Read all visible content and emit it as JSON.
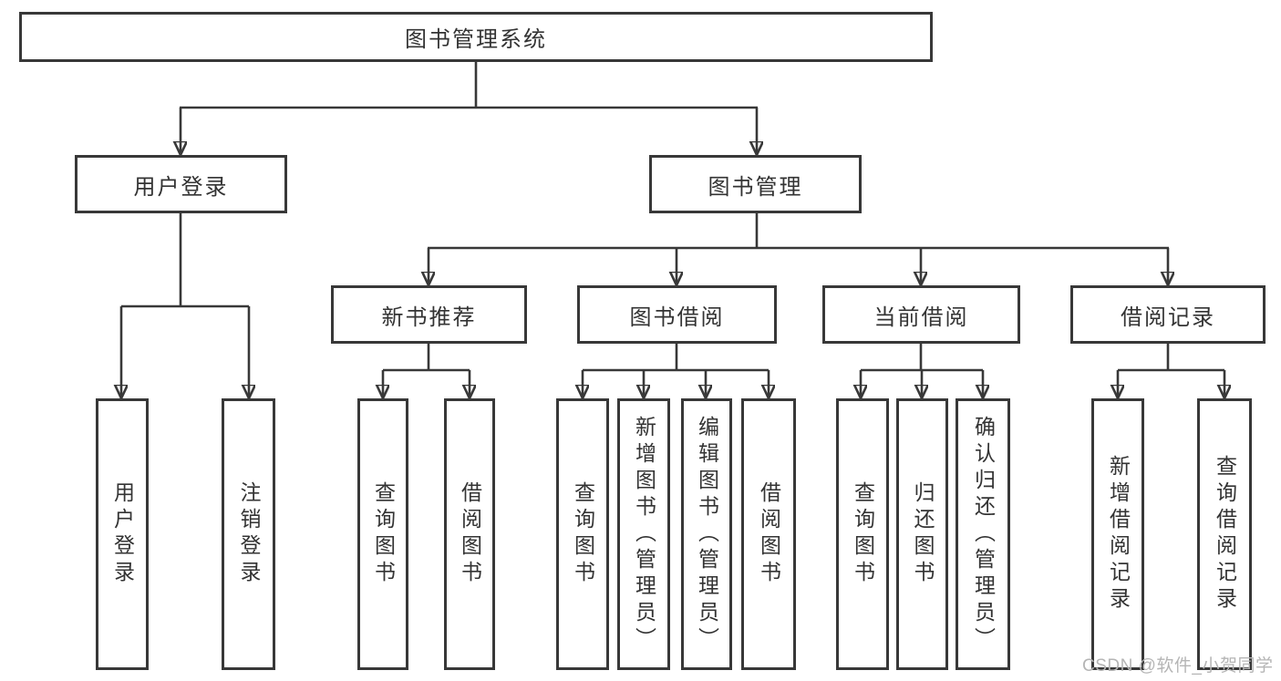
{
  "diagram_title": "图书管理系统",
  "tree": {
    "label": "图书管理系统",
    "children": [
      {
        "label": "用户登录",
        "children": [
          {
            "label": "用户登录"
          },
          {
            "label": "注销登录"
          }
        ]
      },
      {
        "label": "图书管理",
        "children": [
          {
            "label": "新书推荐",
            "children": [
              {
                "label": "查询图书"
              },
              {
                "label": "借阅图书"
              }
            ]
          },
          {
            "label": "图书借阅",
            "children": [
              {
                "label": "查询图书"
              },
              {
                "label": "新增图书（管理员）"
              },
              {
                "label": "编辑图书（管理员）"
              },
              {
                "label": "借阅图书"
              }
            ]
          },
          {
            "label": "当前借阅",
            "children": [
              {
                "label": "查询图书"
              },
              {
                "label": "归还图书"
              },
              {
                "label": "确认归还（管理员）"
              }
            ]
          },
          {
            "label": "借阅记录",
            "children": [
              {
                "label": "新增借阅记录"
              },
              {
                "label": "查询借阅记录"
              }
            ]
          }
        ]
      }
    ]
  },
  "watermark": "CSDN @软件_小贺同学",
  "colors": {
    "line": "#383838",
    "text": "#333333",
    "watermark": "#b5b5b5",
    "background": "#ffffff"
  }
}
